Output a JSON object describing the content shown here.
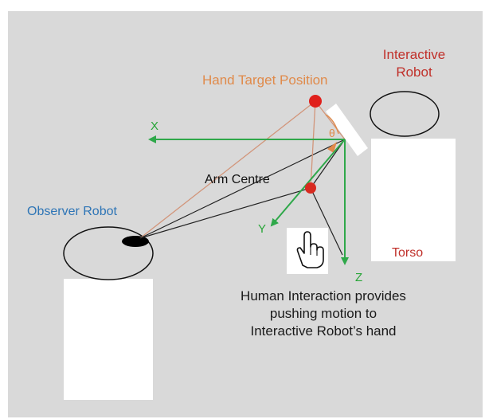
{
  "labels": {
    "hand_target_position": "Hand Target Position",
    "interactive_robot": [
      "Interactive",
      "Robot"
    ],
    "observer_robot": "Observer Robot",
    "arm_centre": "Arm Centre",
    "torso": "Torso",
    "theta": "θ"
  },
  "axes": {
    "x": "X",
    "y": "Y",
    "z": "Z"
  },
  "caption": [
    "Human Interaction provides",
    "pushing motion to",
    "Interactive Robot’s hand"
  ],
  "icons": [
    "hand-pointer-icon"
  ],
  "colors": {
    "background": "#d9d9d9",
    "axes": "#2fa84a",
    "points": "#e0201c",
    "target_label": "#e08a4a",
    "observer_label": "#2e75b6",
    "robot_label": "#c0302a"
  }
}
